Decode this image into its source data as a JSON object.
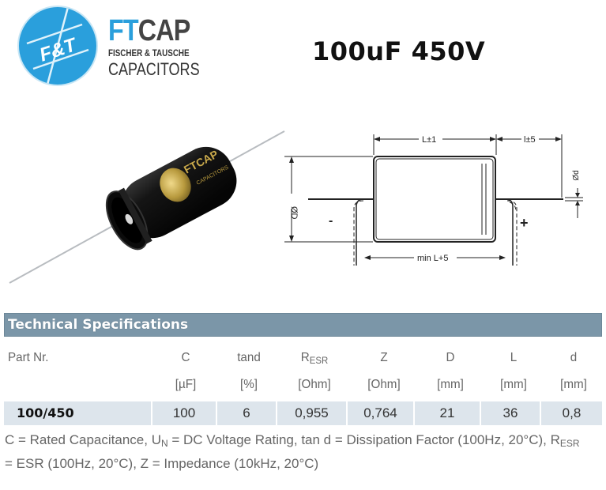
{
  "brand": {
    "logo_text": "F&T",
    "name_ft": "FT",
    "name_cap": "CAP",
    "line1": "FISCHER & TAUSCHE",
    "line2": "CAPACITORS",
    "colors": {
      "blue": "#2a9fdc",
      "dark": "#444444"
    }
  },
  "title": "100uF 450V",
  "product_photo": {
    "label_brand": "FTCAP",
    "label_line": "CAPACITORS"
  },
  "diagram": {
    "dim_length": "L±1",
    "dim_lead": "l±5",
    "dim_diameter": "ØD",
    "dim_lead_diameter": "Ød",
    "dim_min_length": "min L+5",
    "negative": "-",
    "positive": "+"
  },
  "specs": {
    "section_title": "Technical Specifications",
    "colors": {
      "header_bg": "#7b96a8",
      "row_bg": "#dde5ec"
    },
    "columns": [
      {
        "name": "Part Nr.",
        "unit": ""
      },
      {
        "name": "C",
        "unit": "[µF]"
      },
      {
        "name": "tand",
        "unit": "[%]"
      },
      {
        "name": "R",
        "name_sub": "ESR",
        "unit": "[Ohm]"
      },
      {
        "name": "Z",
        "unit": "[Ohm]"
      },
      {
        "name": "D",
        "unit": "[mm]"
      },
      {
        "name": "L",
        "unit": "[mm]"
      },
      {
        "name": "d",
        "unit": "[mm]"
      }
    ],
    "rows": [
      {
        "part": "100/450",
        "c": "100",
        "tand": "6",
        "resr": "0,955",
        "z": "0,764",
        "d_mm": "21",
        "l_mm": "36",
        "lead_d": "0,8"
      }
    ]
  },
  "legend": {
    "p1": "C = Rated Capacitance, U",
    "p1_sub": "N",
    "p2": " = DC Voltage Rating, tan d = Dissipation Factor (100Hz, 20°C), R",
    "p2_sub": "ESR",
    "p3": " = ESR (100Hz, 20°C), Z = Impedance (10kHz, 20°C)"
  }
}
